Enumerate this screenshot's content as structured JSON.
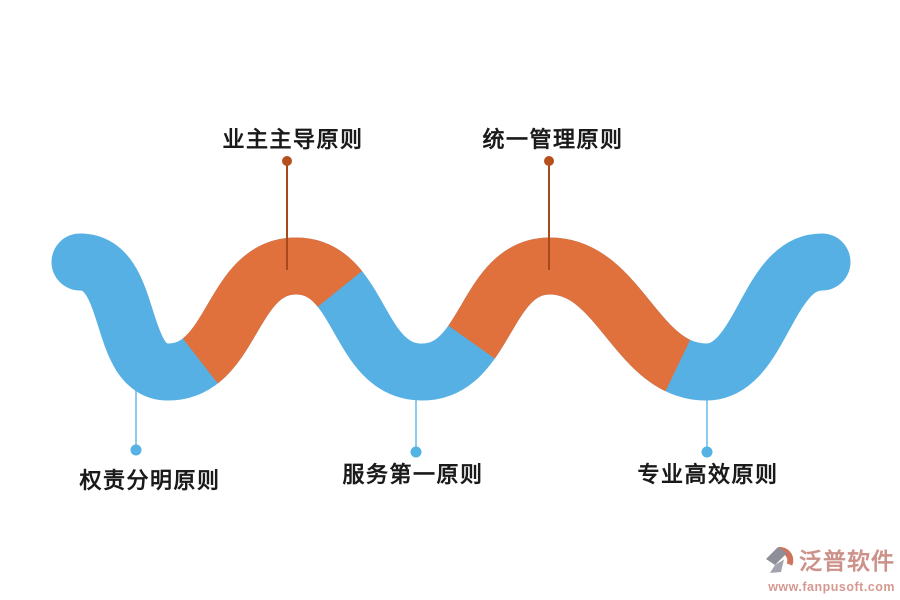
{
  "diagram_title": "",
  "principles": {
    "top": [
      {
        "label": "业主主导原则"
      },
      {
        "label": "统一管理原则"
      }
    ],
    "bottom": [
      {
        "label": "权责分明原则"
      },
      {
        "label": "服务第一原则"
      },
      {
        "label": "专业高效原则"
      }
    ]
  },
  "watermark": {
    "brand": "泛普软件",
    "url": "www.fanpusoft.com"
  },
  "colors": {
    "background": "#ffffff",
    "wave_blue": "#57b0e3",
    "wave_orange": "#e0703c",
    "top_connector_line": "#a8491c",
    "top_connector_dot": "#b5501d",
    "bottom_connector_line": "#8ccdef",
    "bottom_connector_dot": "#55b2e5",
    "label_text": "#1a1a1a",
    "watermark_brand_color": "#cc928a",
    "watermark_url_color": "#d69991",
    "logo_gray": "#8e8e99",
    "logo_gray_light": "#a3a3ad",
    "logo_salmon": "#d0735c"
  }
}
